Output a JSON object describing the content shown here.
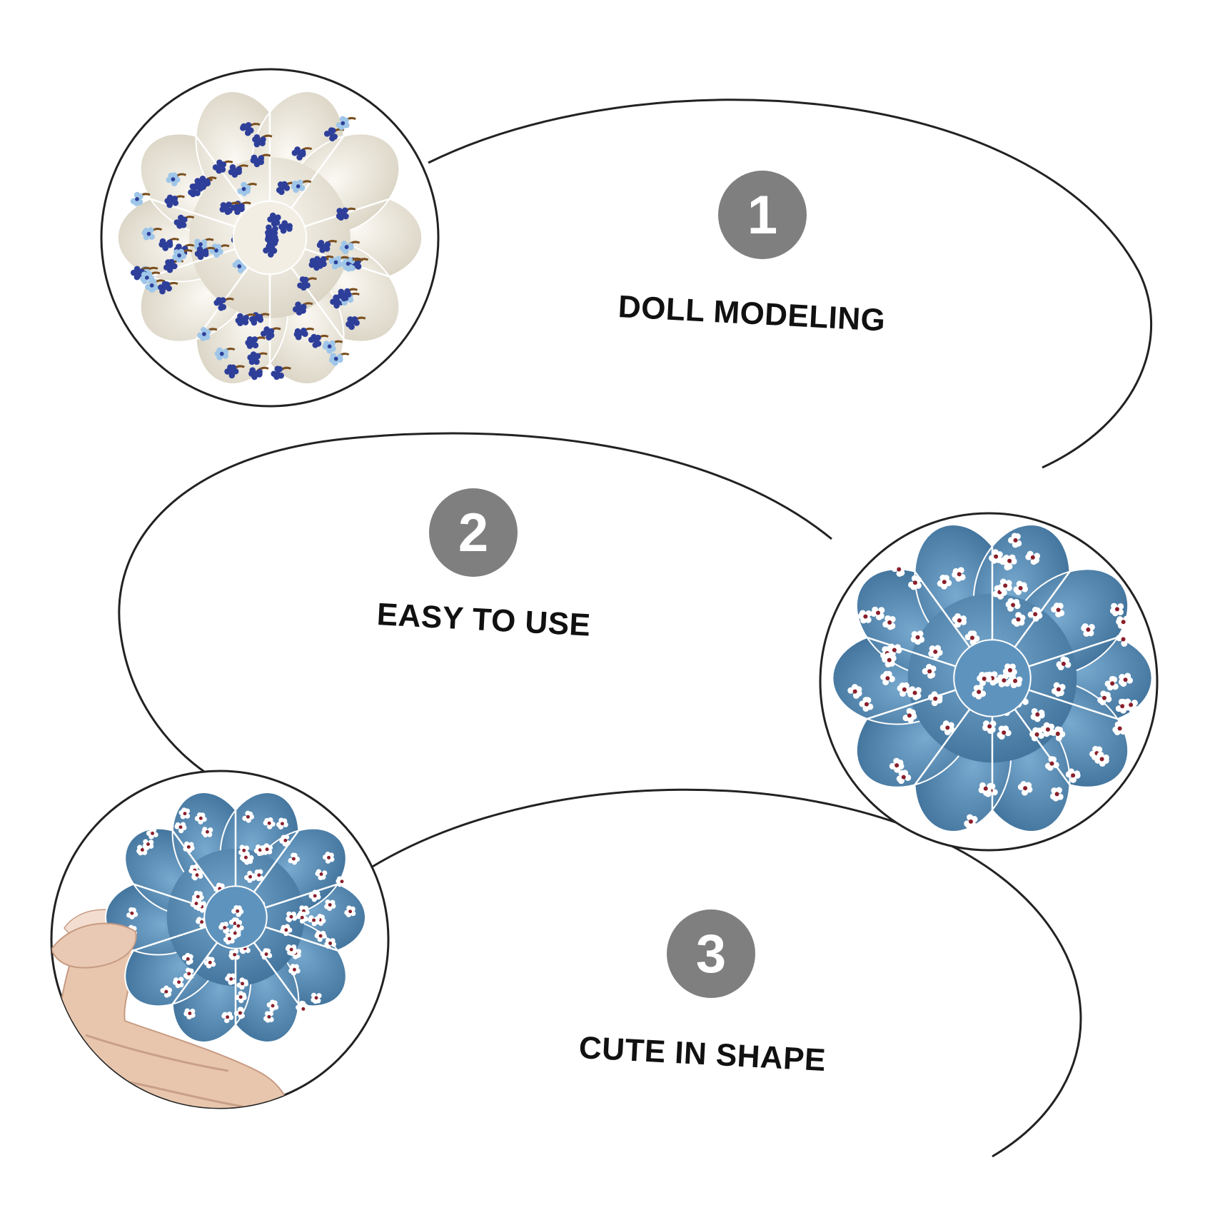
{
  "features": [
    {
      "number": "1",
      "label": "DOLL MODELING"
    },
    {
      "number": "2",
      "label": "EASY TO USE"
    },
    {
      "number": "3",
      "label": "CUTE IN SHAPE"
    }
  ],
  "colors": {
    "badge": "#7f7f7f",
    "outline": "#222222",
    "cream_fabric": "#f2eee4",
    "navy_flower": "#2e3f9a",
    "light_blue_flower": "#9fc6e8",
    "brown_stem": "#7a4e1e",
    "blue_fabric": "#5e93bd",
    "white_flower": "#ffffff",
    "red_center": "#8a1f2a",
    "skin": "#e9c9b3"
  },
  "products": [
    {
      "icon": "cream-floral-pincushion-icon"
    },
    {
      "icon": "blue-floral-pincushion-icon"
    },
    {
      "icon": "hand-held-pincushion-icon"
    }
  ]
}
